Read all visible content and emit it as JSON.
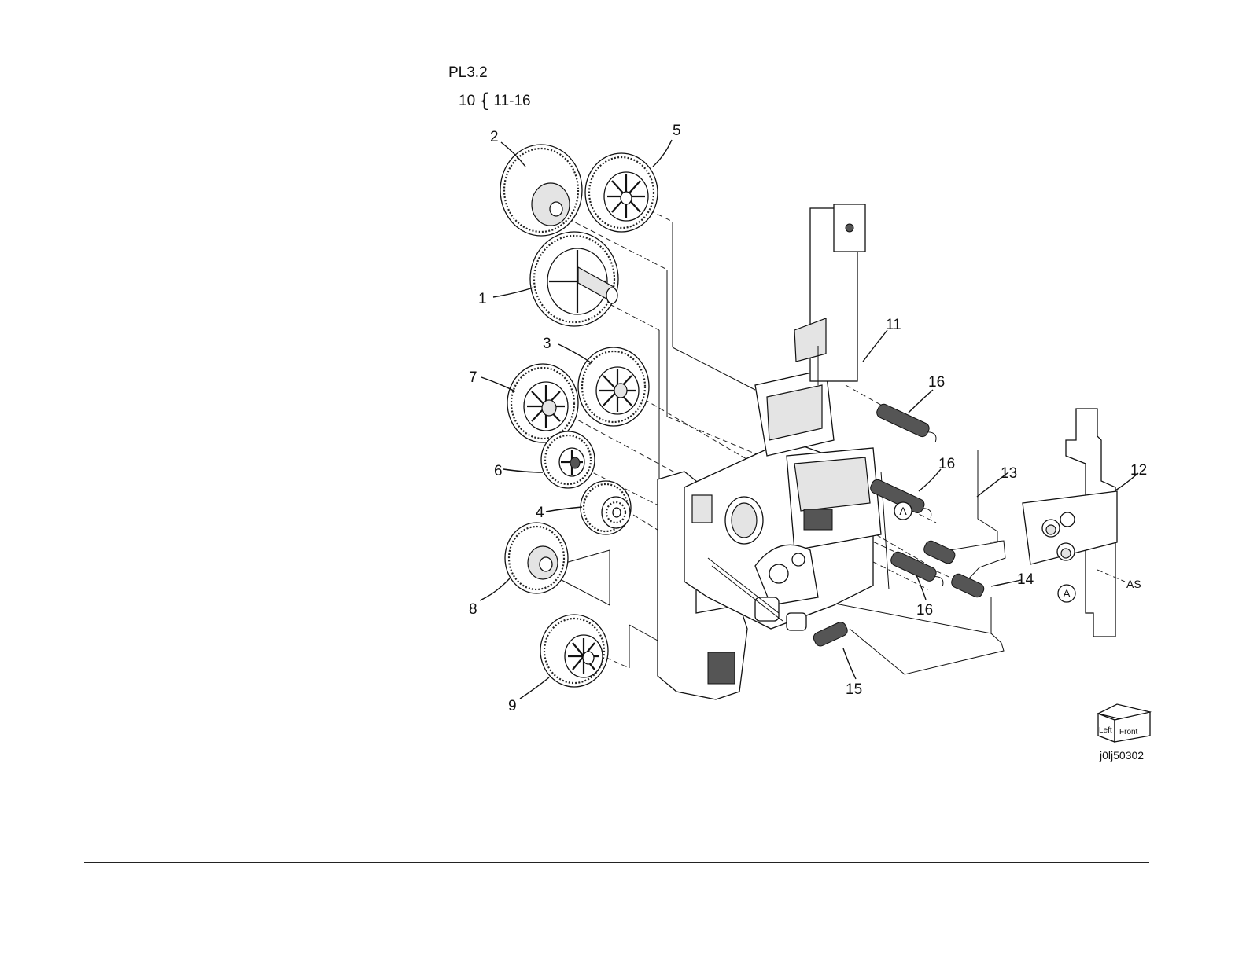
{
  "header": {
    "plate": "PL3.2",
    "assembly": "10",
    "range": "11-16"
  },
  "callouts": {
    "c1": "1",
    "c2": "2",
    "c3": "3",
    "c4": "4",
    "c5": "5",
    "c6": "6",
    "c7": "7",
    "c8": "8",
    "c9": "9",
    "c11": "11",
    "c12": "12",
    "c13": "13",
    "c14": "14",
    "c15": "15",
    "c16a": "16",
    "c16b": "16",
    "c16c": "16"
  },
  "markers": {
    "ref_a1": "A",
    "ref_a2": "A",
    "as_label": "AS"
  },
  "orientation": {
    "left": "Left",
    "front": "Front"
  },
  "figure_id": "j0lj50302"
}
